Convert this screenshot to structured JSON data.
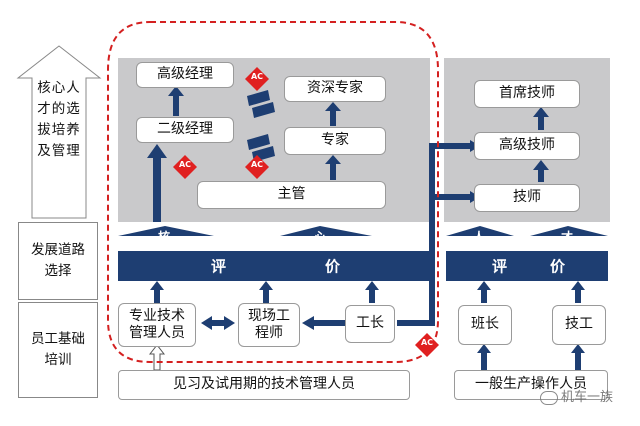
{
  "left_column": {
    "top": "核心人才的选拔培养及管理",
    "middle": "发展道路选择",
    "bottom": "员工基础培训"
  },
  "left_panel": {
    "senior_manager": "高级经理",
    "second_manager": "二级经理",
    "senior_expert": "资深专家",
    "expert": "专家",
    "supervisor": "主管",
    "eval_bar": [
      "评",
      "价"
    ],
    "arrow_labels": [
      "核",
      "心"
    ],
    "pro_tech": "专业技术管理人员",
    "site_engineer": "现场工程师",
    "foreman": "工长",
    "trainee": "见习及试用期的技术管理人员"
  },
  "right_panel": {
    "chief_tech": "首席技师",
    "senior_tech": "高级技师",
    "tech": "技师",
    "eval_bar": [
      "评",
      "价"
    ],
    "arrow_labels": [
      "人",
      "才"
    ],
    "team_leader": "班长",
    "worker": "技工",
    "operator": "一般生产操作人员"
  },
  "ac_badge": "AC",
  "colors": {
    "navy": "#1e3e72",
    "red": "#e02020",
    "gray": "#c9c9cb"
  },
  "watermark": "机车一族"
}
